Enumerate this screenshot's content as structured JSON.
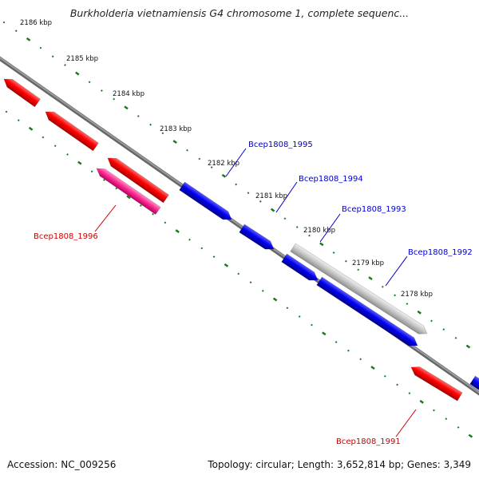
{
  "title": "Burkholderia vietnamiensis G4 chromosome 1, complete sequenc...",
  "footer": {
    "accession": "Accession: NC_009256",
    "topology": "Topology: circular; Length: 3,652,814 bp; Genes: 3,349"
  },
  "scale": {
    "unit": "kbp",
    "ticks": [
      {
        "kbp": 2186,
        "label": "2186 kbp"
      },
      {
        "kbp": 2185,
        "label": "2185 kbp"
      },
      {
        "kbp": 2184,
        "label": "2184 kbp"
      },
      {
        "kbp": 2183,
        "label": "2183 kbp"
      },
      {
        "kbp": 2182,
        "label": "2182 kbp"
      },
      {
        "kbp": 2181,
        "label": "2181 kbp"
      },
      {
        "kbp": 2180,
        "label": "2180 kbp"
      },
      {
        "kbp": 2179,
        "label": "2179 kbp"
      },
      {
        "kbp": 2178,
        "label": "2178 kbp"
      }
    ]
  },
  "gene_labels": [
    {
      "name": "Bcep1808_1995",
      "color": "#0000cc"
    },
    {
      "name": "Bcep1808_1994",
      "color": "#0000cc"
    },
    {
      "name": "Bcep1808_1993",
      "color": "#0000cc"
    },
    {
      "name": "Bcep1808_1992",
      "color": "#0000cc"
    },
    {
      "name": "Bcep1808_1996",
      "color": "#cc0000"
    },
    {
      "name": "Bcep1808_1991",
      "color": "#cc0000"
    }
  ],
  "colors": {
    "forward_strand": "#1a1aee",
    "reverse_strand": "#ee1111",
    "highlight_gene": "#ff3399",
    "pseudo_gene": "#c8c8c8",
    "backbone": "#888888",
    "ticks": "#1a7a1a"
  }
}
